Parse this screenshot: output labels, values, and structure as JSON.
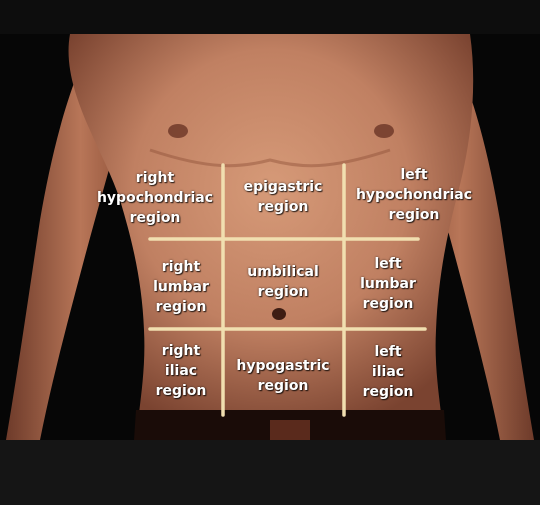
{
  "image": {
    "subject": "human-torso",
    "colors": {
      "background": "#0d0d0d",
      "skin": "#c98a6a",
      "skin_shadow": "#7a4330",
      "grid_lines": "#f1dfb0",
      "label_text": "#ffffff"
    }
  },
  "regions": [
    {
      "id": "right-hypochondriac",
      "lines": [
        "right",
        "hypochondriac",
        "region"
      ]
    },
    {
      "id": "epigastric",
      "lines": [
        "epigastric",
        "region"
      ]
    },
    {
      "id": "left-hypochondriac",
      "lines": [
        "left",
        "hypochondriac",
        "region"
      ]
    },
    {
      "id": "right-lumbar",
      "lines": [
        "right",
        "lumbar",
        "region"
      ]
    },
    {
      "id": "umbilical",
      "lines": [
        "umbilical",
        "region"
      ]
    },
    {
      "id": "left-lumbar",
      "lines": [
        "left",
        "lumbar",
        "region"
      ]
    },
    {
      "id": "right-iliac",
      "lines": [
        "right",
        "iliac",
        "region"
      ]
    },
    {
      "id": "hypogastric",
      "lines": [
        "hypogastric",
        "region"
      ]
    },
    {
      "id": "left-iliac",
      "lines": [
        "left",
        "iliac",
        "region"
      ]
    }
  ]
}
